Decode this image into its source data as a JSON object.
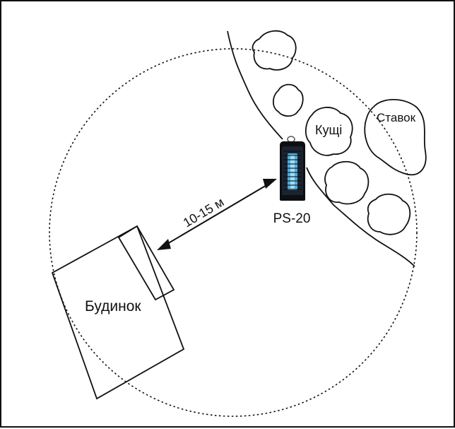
{
  "labels": {
    "house": "Будинок",
    "bushes": "Кущі",
    "pond": "Ставок",
    "device": "PS-20",
    "distance": "10-15 м"
  },
  "icons": {
    "device": "bug-zapper-icon",
    "bush": "bush-icon",
    "pond": "pond-outline",
    "house": "house-outline"
  },
  "colors": {
    "line": "#111111",
    "device_body": "#0d0f12",
    "device_glow": "#4fb8e8"
  }
}
